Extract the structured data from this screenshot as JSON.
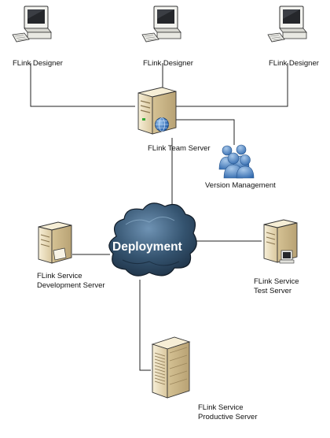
{
  "nodes": {
    "designer_1": {
      "label": "FLink Designer"
    },
    "designer_2": {
      "label": "FLink Designer"
    },
    "designer_3": {
      "label": "FLink Designer"
    },
    "team_server": {
      "label": "FLink Team Server"
    },
    "version_management": {
      "label": "Version Management"
    },
    "deployment": {
      "label": "Deployment"
    },
    "dev_server": {
      "label_line1": "FLink Service",
      "label_line2": "Development Server"
    },
    "test_server": {
      "label_line1": "FLink Service",
      "label_line2": "Test Server"
    },
    "prod_server": {
      "label_line1": "FLink Service",
      "label_line2": "Productive Server"
    }
  },
  "colors": {
    "monitor_frame": "#f4f4f0",
    "screen": "#222428",
    "server_body": "#efe3c4",
    "server_dark": "#c8b58a",
    "cloud": "#2d4a66",
    "globe": "#3a78c8",
    "people": "#4f86c6",
    "lines": "#222222"
  }
}
